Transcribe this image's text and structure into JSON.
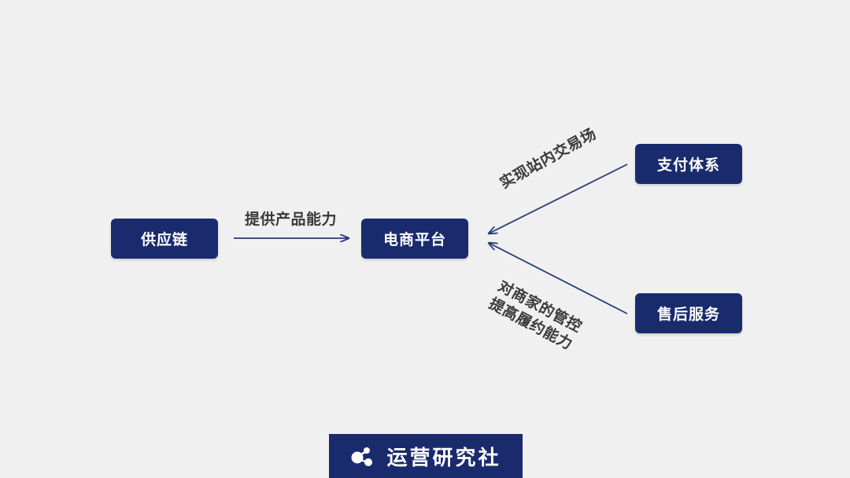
{
  "nodes": {
    "supply": "供应链",
    "ecom": "电商平台",
    "pay": "支付体系",
    "service": "售后服务"
  },
  "edges": {
    "supply_label": "提供产品能力",
    "pay_label": "实现站内交易场",
    "service_label_line1": "对商家的管控",
    "service_label_line2": "提高履约能力"
  },
  "footer": {
    "brand": "运营研究社",
    "icon": "logo-icon"
  },
  "colors": {
    "node_fill": "#1a2b6d",
    "edge": "#2a3a7a",
    "label_text": "#3a3a3a",
    "background": "#f0f0f0"
  }
}
